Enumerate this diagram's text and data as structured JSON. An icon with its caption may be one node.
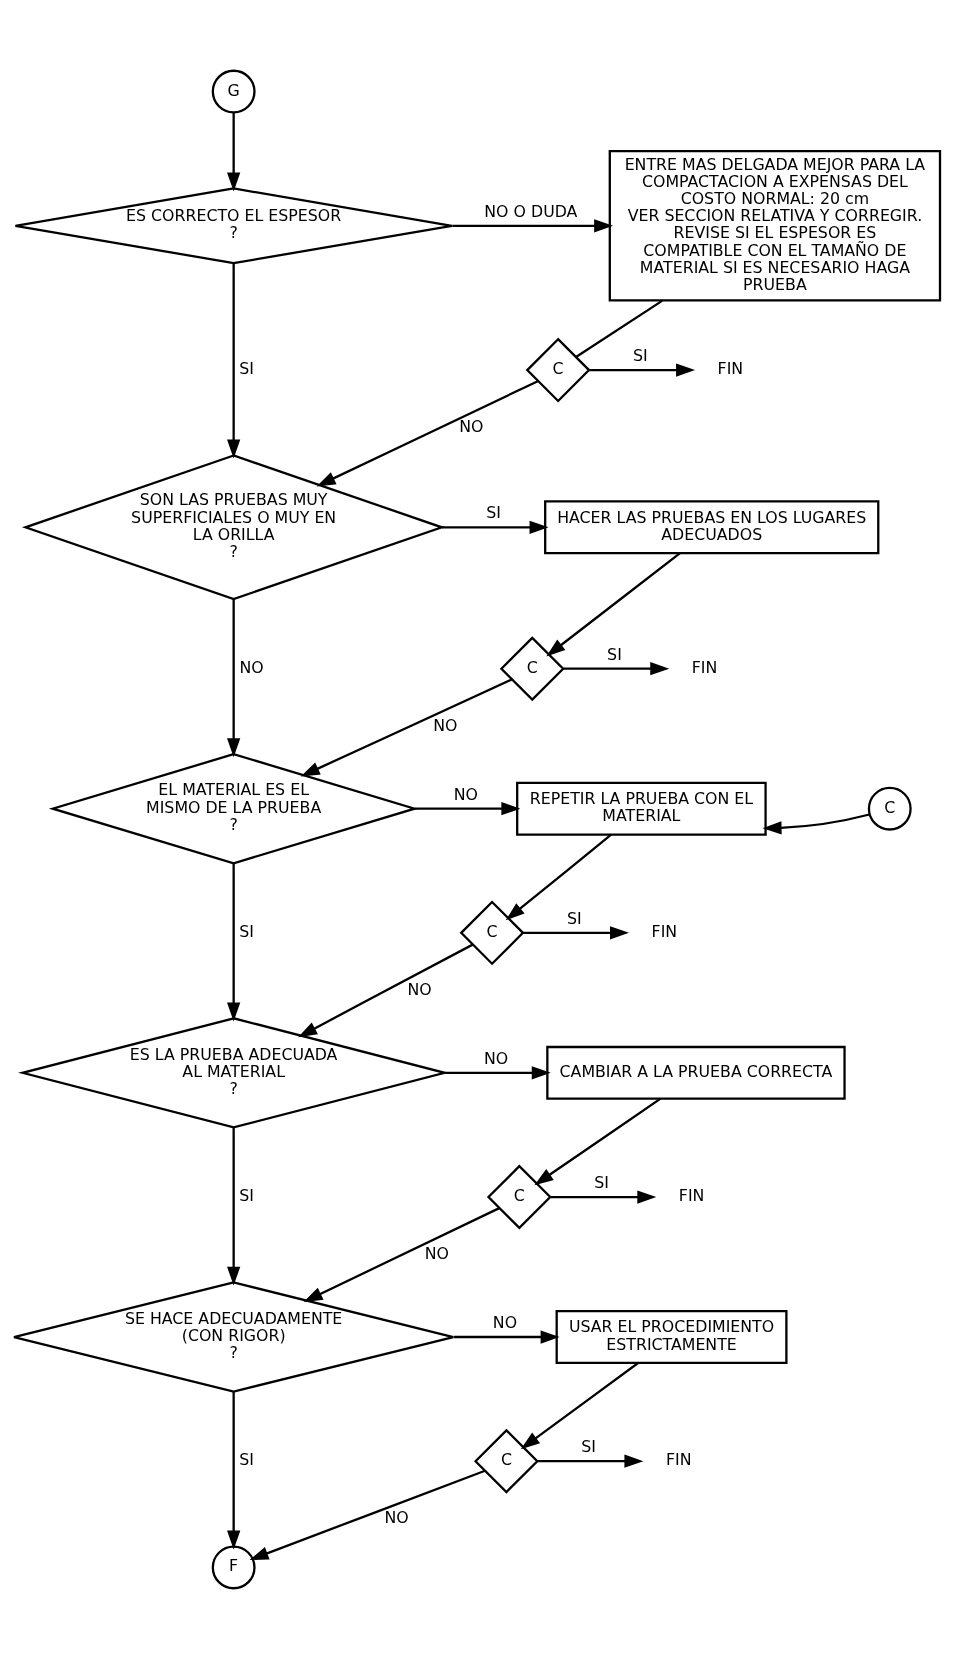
{
  "diagram": {
    "nodes": [
      {
        "text": [
          "G"
        ]
      },
      {
        "text": [
          "ES CORRECTO EL ESPESOR",
          "?"
        ]
      },
      {
        "text": [
          "ENTRE MAS DELGADA MEJOR PARA LA COMPACTACION A EXPENSAS DEL COSTO NORMAL: 20 cm",
          "VER SECCION RELATIVA Y CORREGIR.",
          "REVISE SI EL ESPESOR ES COMPATIBLE CON EL TAMAÑO DE MATERIAL SI ES NECESARIO HAGA PRUEBA"
        ]
      },
      {
        "text": [
          "C"
        ]
      },
      {
        "text": [
          "FIN"
        ]
      },
      {
        "text": [
          "SON LAS PRUEBAS MUY SUPERFICIALES O MUY EN LA ORILLA",
          "?"
        ]
      },
      {
        "text": [
          "HACER LAS PRUEBAS EN LOS LUGARES ADECUADOS"
        ]
      },
      {
        "text": [
          "C"
        ]
      },
      {
        "text": [
          "FIN"
        ]
      },
      {
        "text": [
          "EL MATERIAL ES EL MISMO DE LA PRUEBA",
          "?"
        ]
      },
      {
        "text": [
          "REPETIR LA PRUEBA CON EL MATERIAL"
        ]
      },
      {
        "text": [
          "C"
        ]
      },
      {
        "text": [
          "C"
        ]
      },
      {
        "text": [
          "FIN"
        ]
      },
      {
        "text": [
          "ES LA PRUEBA ADECUADA AL MATERIAL",
          "?"
        ]
      },
      {
        "text": [
          "CAMBIAR A LA PRUEBA CORRECTA"
        ]
      },
      {
        "text": [
          "C"
        ]
      },
      {
        "text": [
          "FIN"
        ]
      },
      {
        "text": [
          "SE HACE ADECUADAMENTE (CON RIGOR)",
          "?"
        ]
      },
      {
        "text": [
          "USAR EL PROCEDIMIENTO ESTRICTAMENTE"
        ]
      },
      {
        "text": [
          "C"
        ]
      },
      {
        "text": [
          "FIN"
        ]
      },
      {
        "text": [
          "F"
        ]
      }
    ],
    "edges": [
      {
        "from": 0,
        "to": 1,
        "arrow": "to"
      },
      {
        "from": 1,
        "to": 2,
        "arrow": "to",
        "label": "NO O DUDA"
      },
      {
        "from": 1,
        "to": 5,
        "arrow": "to",
        "label": "SI"
      },
      {
        "from": 2,
        "to": 3,
        "arrow": "none"
      },
      {
        "from": 3,
        "to": 5,
        "arrow": "to",
        "label": "NO"
      },
      {
        "from": 3,
        "to": 4,
        "arrow": "to",
        "label": "SI"
      },
      {
        "from": 5,
        "to": 6,
        "arrow": "to",
        "label": "SI"
      },
      {
        "from": 5,
        "to": 9,
        "arrow": "to",
        "label": "NO"
      },
      {
        "from": 6,
        "to": 7,
        "arrow": "to"
      },
      {
        "from": 7,
        "to": 9,
        "arrow": "to",
        "label": "NO"
      },
      {
        "from": 7,
        "to": 8,
        "arrow": "to",
        "label": "SI"
      },
      {
        "from": 9,
        "to": 10,
        "arrow": "to",
        "label": "NO"
      },
      {
        "from": 9,
        "to": 14,
        "arrow": "to",
        "label": "SI"
      },
      {
        "from": 11,
        "to": 10,
        "arrow": "to"
      },
      {
        "from": 10,
        "to": 12,
        "arrow": "to"
      },
      {
        "from": 12,
        "to": 14,
        "arrow": "to",
        "label": "NO"
      },
      {
        "from": 12,
        "to": 13,
        "arrow": "to",
        "label": "SI"
      },
      {
        "from": 14,
        "to": 15,
        "arrow": "to",
        "label": "NO"
      },
      {
        "from": 14,
        "to": 18,
        "arrow": "to",
        "label": "SI"
      },
      {
        "from": 15,
        "to": 16,
        "arrow": "to"
      },
      {
        "from": 16,
        "to": 18,
        "arrow": "to",
        "label": "NO"
      },
      {
        "from": 16,
        "to": 17,
        "arrow": "to",
        "label": "SI"
      },
      {
        "from": 18,
        "to": 19,
        "arrow": "to",
        "label": "NO"
      },
      {
        "from": 18,
        "to": 22,
        "arrow": "to",
        "label": "SI"
      },
      {
        "from": 19,
        "to": 20,
        "arrow": "to"
      },
      {
        "from": 20,
        "to": 22,
        "arrow": "to",
        "label": "NO"
      },
      {
        "from": 20,
        "to": 21,
        "arrow": "to",
        "label": "SI"
      }
    ]
  }
}
